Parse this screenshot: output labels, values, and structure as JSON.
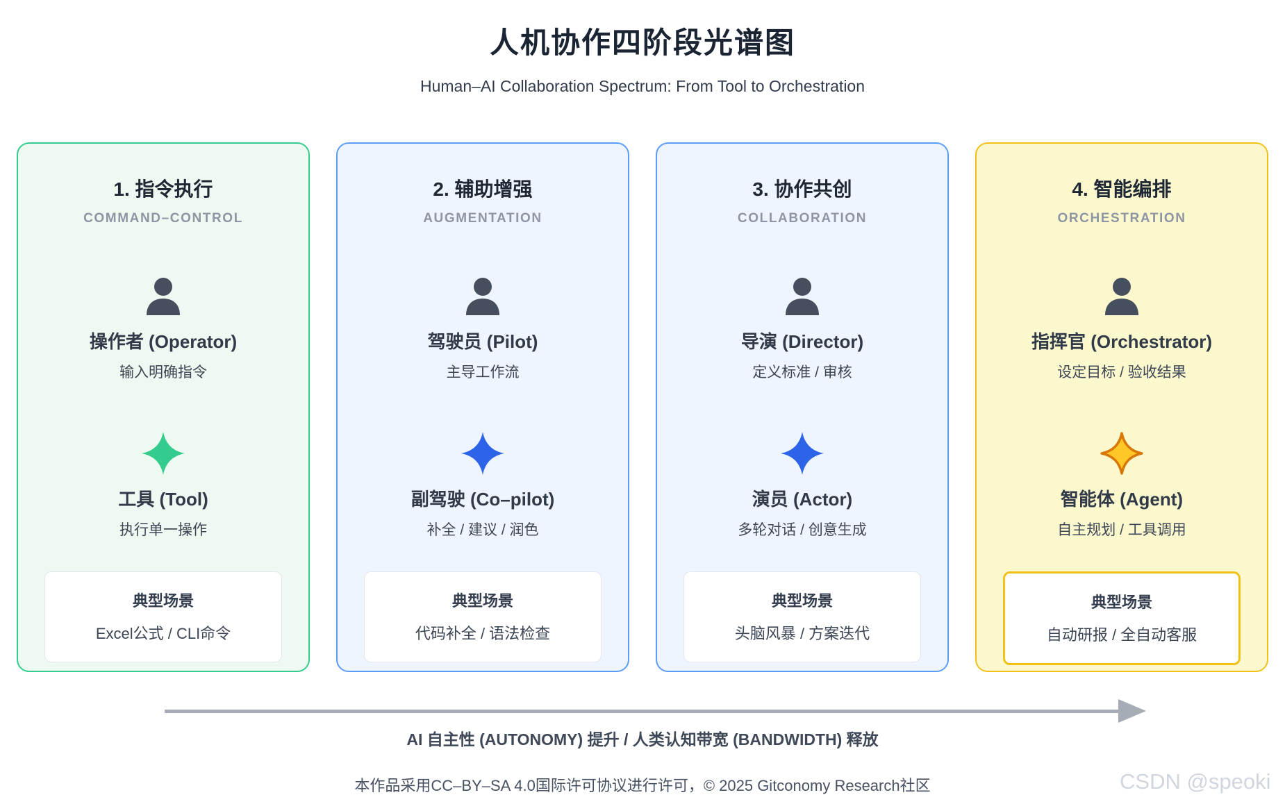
{
  "header": {
    "title": "人机协作四阶段光谱图",
    "subtitle": "Human–AI Collaboration Spectrum: From Tool to Orchestration"
  },
  "stages": [
    {
      "num_title": "1. 指令执行",
      "eng": "COMMAND–CONTROL",
      "human": {
        "name": "操作者 (Operator)",
        "desc": "输入明确指令"
      },
      "ai": {
        "name": "工具 (Tool)",
        "desc": "执行单一操作"
      },
      "scenario": {
        "label": "典型场景",
        "items": "Excel公式 / CLI命令"
      },
      "colors": {
        "border": "#34cc8c",
        "bg": "#edf9f1",
        "star": "#34cc8c",
        "star_stroke": "none"
      },
      "highlight_scenario": false
    },
    {
      "num_title": "2. 辅助增强",
      "eng": "AUGMENTATION",
      "human": {
        "name": "驾驶员 (Pilot)",
        "desc": "主导工作流"
      },
      "ai": {
        "name": "副驾驶 (Co–pilot)",
        "desc": "补全 / 建议 / 润色"
      },
      "scenario": {
        "label": "典型场景",
        "items": "代码补全 / 语法检查"
      },
      "colors": {
        "border": "#5b9cf6",
        "bg": "#eff5fe",
        "star": "#2d63e8",
        "star_stroke": "none"
      },
      "highlight_scenario": false
    },
    {
      "num_title": "3. 协作共创",
      "eng": "COLLABORATION",
      "human": {
        "name": "导演 (Director)",
        "desc": "定义标准 / 审核"
      },
      "ai": {
        "name": "演员 (Actor)",
        "desc": "多轮对话 / 创意生成"
      },
      "scenario": {
        "label": "典型场景",
        "items": "头脑风暴 / 方案迭代"
      },
      "colors": {
        "border": "#5b9cf6",
        "bg": "#eff5fe",
        "star": "#2d63e8",
        "star_stroke": "none"
      },
      "highlight_scenario": false
    },
    {
      "num_title": "4. 智能编排",
      "eng": "ORCHESTRATION",
      "human": {
        "name": "指挥官 (Orchestrator)",
        "desc": "设定目标 / 验收结果"
      },
      "ai": {
        "name": "智能体 (Agent)",
        "desc": "自主规划 / 工具调用"
      },
      "scenario": {
        "label": "典型场景",
        "items": "自动研报 / 全自动客服"
      },
      "colors": {
        "border": "#f2c117",
        "bg": "#fcf8ce",
        "star": "#ffc728",
        "star_stroke": "#d97706"
      },
      "highlight_scenario": true
    }
  ],
  "footer": {
    "axis_caption": "AI 自主性 (AUTONOMY) 提升 / 人类认知带宽 (BANDWIDTH) 释放",
    "license": "本作品采用CC–BY–SA 4.0国际许可协议进行许可，© 2025 Gitconomy Research社区",
    "watermark": "CSDN @speoki",
    "arrow_color": "#a6acb6"
  }
}
